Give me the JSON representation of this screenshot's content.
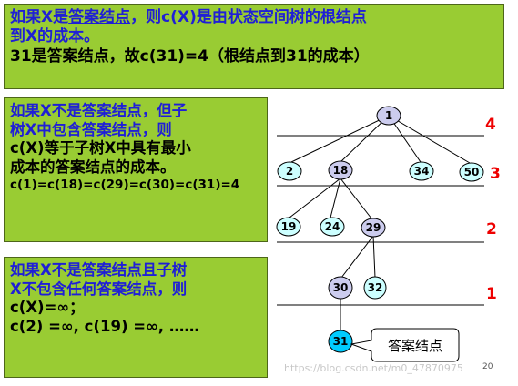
{
  "box1": {
    "line1_pre": "如果X是",
    "line1_u": "答案结点",
    "line1_post": "，则c(X)是由状态空间树的根结点",
    "line2": "到X的成本。",
    "line3": "31是答案结点，故c(31)=4（根结点到31的成本）"
  },
  "box2": {
    "line1": "如果X不是答案结点，但子",
    "line2": "树X中包含答案结点，则",
    "line3": "c(X)等于子树X中具有最小",
    "line4": "成本的答案结点的成本。",
    "line5": "c(1)=c(18)=c(29)=c(30)=c(31)=4"
  },
  "box3": {
    "line1": "如果X不是答案结点且子树",
    "line2": "X不包含任何答案结点，则",
    "line3": "c(X)=∞；",
    "line4": "c(2) =∞, c(19) =∞, ……"
  },
  "tree": {
    "nodes": {
      "n1": "1",
      "n2": "2",
      "n18": "18",
      "n34": "34",
      "n50": "50",
      "n19": "19",
      "n24": "24",
      "n29": "29",
      "n30": "30",
      "n32": "32",
      "n31": "31"
    },
    "levels": {
      "l4": "4",
      "l3": "3",
      "l2": "2",
      "l1": "1"
    },
    "callout": "答案结点",
    "colors": {
      "root": "#ccccee",
      "inner": "#ccccee",
      "leaf": "#ccffff",
      "answer": "#00ccff",
      "level": "#ee0000"
    }
  },
  "footer": {
    "watermark": "https://blog.csdn.net/m0_47870975",
    "page": "20"
  }
}
